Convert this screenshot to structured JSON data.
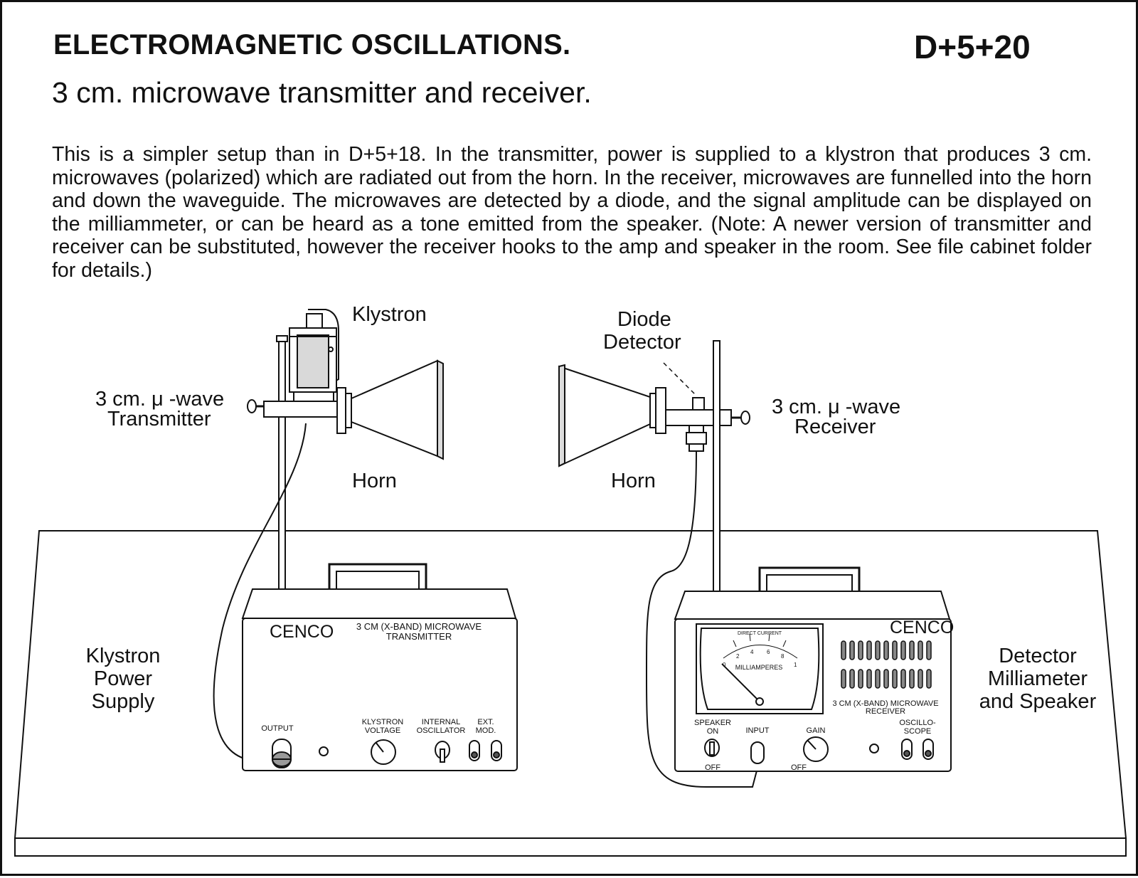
{
  "header": {
    "title": "ELECTROMAGNETIC OSCILLATIONS.",
    "code": "D+5+20",
    "subtitle": "3 cm. microwave transmitter and receiver."
  },
  "description": "This is a simpler setup than in D+5+18.  In the transmitter, power is supplied to a klystron that produces 3 cm. microwaves (polarized) which are radiated out from the horn.  In the receiver, microwaves are funnelled into the horn and down the waveguide.  The microwaves are detected by a diode, and the signal amplitude can be displayed on the milliammeter, or can be heard as a tone emitted from the speaker. (Note: A newer version of transmitter and receiver can be substituted, however the receiver hooks to the amp and speaker in the room. See file cabinet folder for details.)",
  "labels": {
    "klystron": "Klystron",
    "transmitter": [
      "3 cm. μ -wave",
      "Transmitter"
    ],
    "horn_left": "Horn",
    "diode_detector": [
      "Diode",
      "Detector"
    ],
    "receiver": [
      "3 cm. μ -wave",
      "Receiver"
    ],
    "horn_right": "Horn",
    "power_supply": [
      "Klystron",
      "Power",
      "Supply"
    ],
    "detector": [
      "Detector",
      "Milliameter",
      "and Speaker"
    ]
  },
  "transmitter_box": {
    "brand": "CENCO",
    "name": [
      "3 CM (X-BAND) MICROWAVE",
      "TRANSMITTER"
    ],
    "output": "OUTPUT",
    "klystron_voltage": [
      "KLYSTRON",
      "VOLTAGE"
    ],
    "internal_oscillator": [
      "INTERNAL",
      "OSCILLATOR"
    ],
    "ext_mod": [
      "EXT.",
      "MOD."
    ]
  },
  "receiver_box": {
    "brand": "CENCO",
    "meter_top": "DIRECT CURRENT",
    "meter_unit": "MILLIAMPERES",
    "meter_scale": [
      "0",
      "2",
      "4",
      "6",
      "8",
      "1"
    ],
    "name": [
      "3 CM (X-BAND) MICROWAVE",
      "RECEIVER"
    ],
    "speaker": [
      "SPEAKER",
      "ON"
    ],
    "off_1": "OFF",
    "input": "INPUT",
    "gain": "GAIN",
    "off_2": "OFF",
    "oscilloscope": [
      "OSCILLO-",
      "SCOPE"
    ]
  }
}
